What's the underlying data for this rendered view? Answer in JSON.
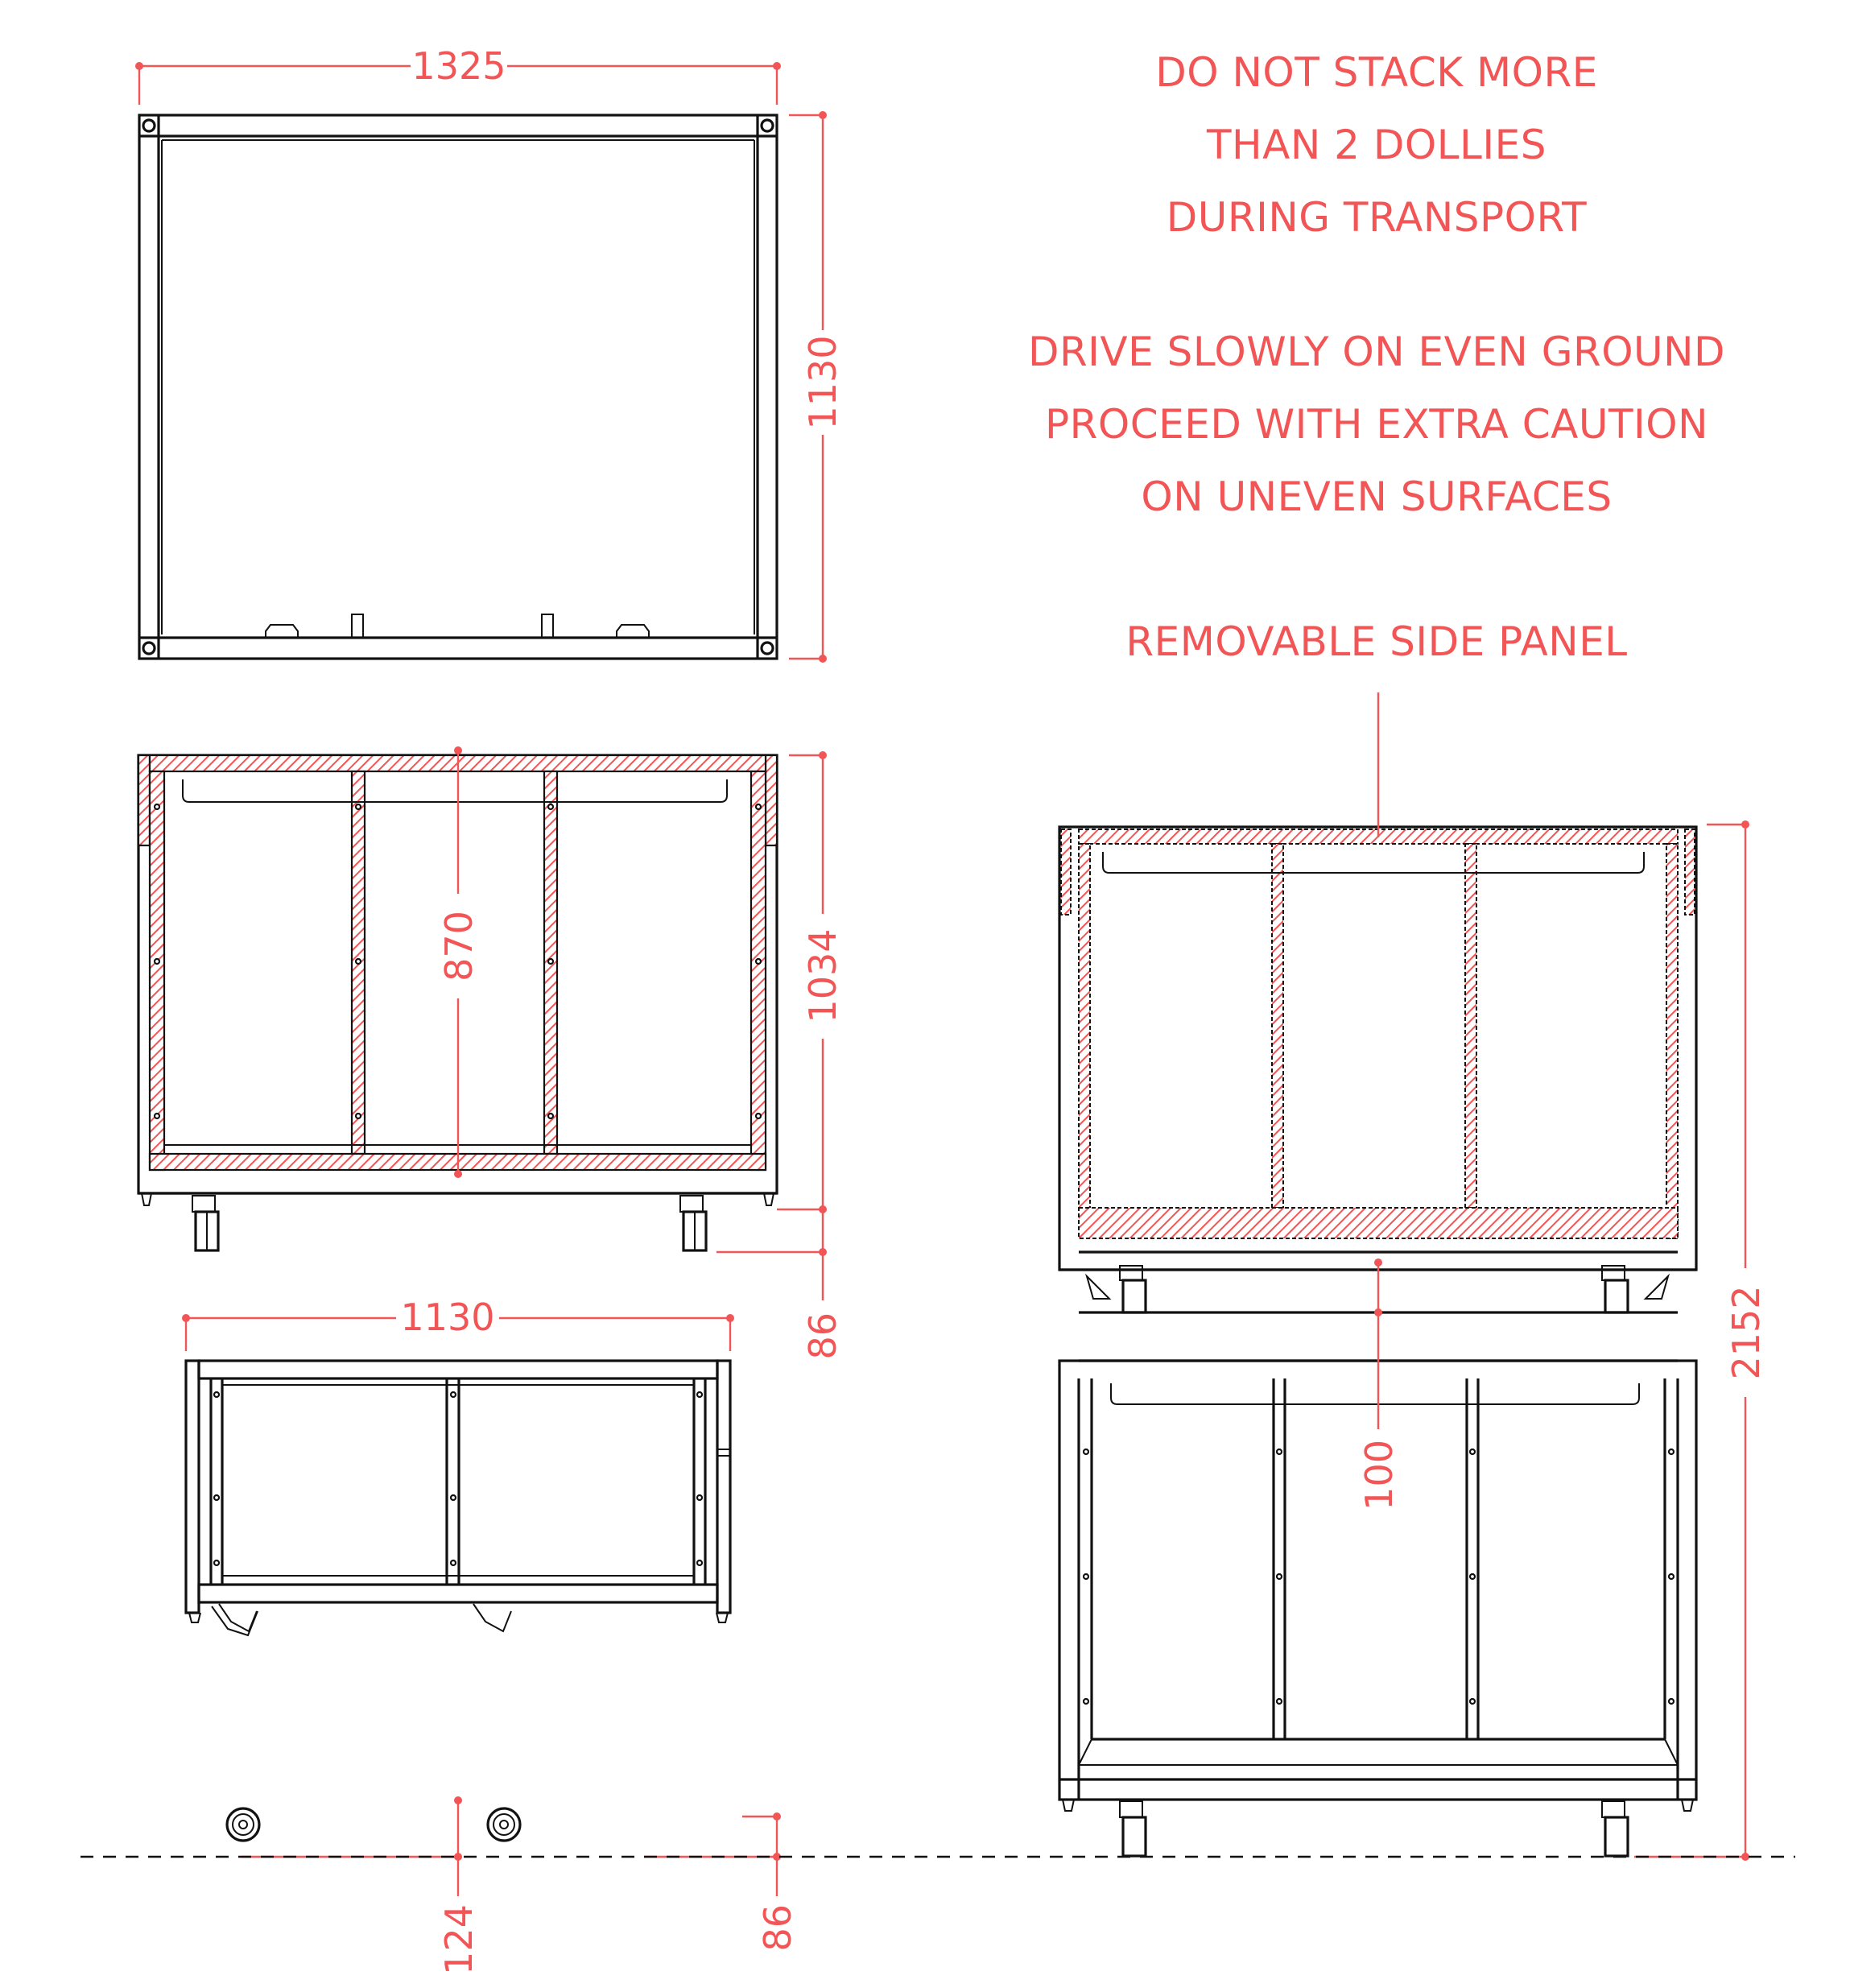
{
  "colors": {
    "annotation": "#f25556",
    "line": "#111111",
    "background": "#ffffff"
  },
  "notes": {
    "stacking": [
      "DO NOT STACK MORE",
      "THAN 2 DOLLIES",
      "DURING TRANSPORT"
    ],
    "driving": [
      "DRIVE SLOWLY ON EVEN GROUND",
      "PROCEED WITH EXTRA CAUTION",
      "ON UNEVEN SURFACES"
    ],
    "panel_label": "REMOVABLE SIDE PANEL"
  },
  "views": {
    "top_view": {
      "width_dim": "1325",
      "depth_dim": "1130"
    },
    "front_view": {
      "panel_height_dim": "870",
      "height_dim": "1034",
      "caster_dim": "86"
    },
    "side_view": {
      "width_dim": "1130",
      "clearance_dim": "124",
      "caster_dim": "86"
    },
    "stacked_view": {
      "gap_dim": "100",
      "total_height_dim": "2152"
    }
  }
}
